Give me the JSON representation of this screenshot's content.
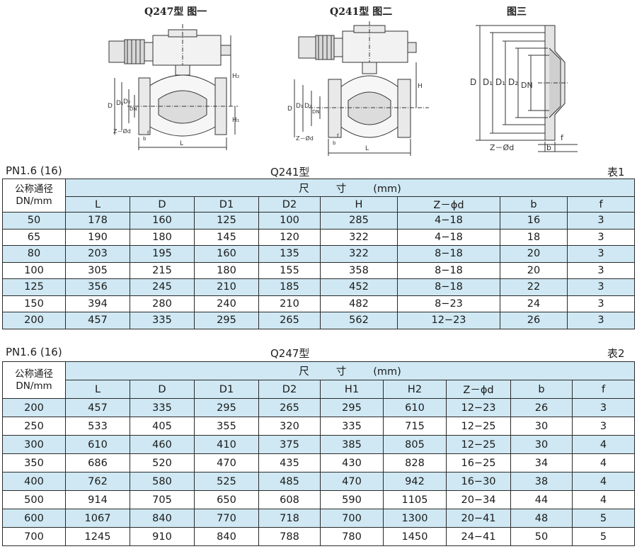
{
  "figures": {
    "fig1_caption": "Q247型 图一",
    "fig2_caption": "Q241型 图二",
    "fig3_caption": "图三",
    "labels": {
      "D": "D",
      "D1": "D₁",
      "D2": "D₂",
      "DN": "DN",
      "H1": "H₁",
      "H2": "H₂",
      "H": "H",
      "L": "L",
      "b": "b",
      "f": "f",
      "Zd": "Z－Ød"
    }
  },
  "table1": {
    "pn": "PN1.6 (16)",
    "model": "Q241型",
    "tag": "表1",
    "dn_header_line1": "公称通径",
    "dn_header_line2": "DN/mm",
    "dim_header_a": "尺",
    "dim_header_b": "寸",
    "dim_header_unit": "(mm)",
    "columns": [
      "L",
      "D",
      "D1",
      "D2",
      "H",
      "Z－ϕd",
      "b",
      "f"
    ],
    "rows": [
      [
        "50",
        "178",
        "160",
        "125",
        "100",
        "285",
        "4−18",
        "16",
        "3"
      ],
      [
        "65",
        "190",
        "180",
        "145",
        "120",
        "322",
        "4−18",
        "18",
        "3"
      ],
      [
        "80",
        "203",
        "195",
        "160",
        "135",
        "322",
        "8−18",
        "20",
        "3"
      ],
      [
        "100",
        "305",
        "215",
        "180",
        "155",
        "358",
        "8−18",
        "20",
        "3"
      ],
      [
        "125",
        "356",
        "245",
        "210",
        "185",
        "452",
        "8−18",
        "22",
        "3"
      ],
      [
        "150",
        "394",
        "280",
        "240",
        "210",
        "482",
        "8−23",
        "24",
        "3"
      ],
      [
        "200",
        "457",
        "335",
        "295",
        "265",
        "562",
        "12−23",
        "26",
        "3"
      ]
    ]
  },
  "table2": {
    "pn": "PN1.6 (16)",
    "model": "Q247型",
    "tag": "表2",
    "dn_header_line1": "公称通径",
    "dn_header_line2": "DN/mm",
    "dim_header_a": "尺",
    "dim_header_b": "寸",
    "dim_header_unit": "(mm)",
    "columns": [
      "L",
      "D",
      "D1",
      "D2",
      "H1",
      "H2",
      "Z－ϕd",
      "b",
      "f"
    ],
    "rows": [
      [
        "200",
        "457",
        "335",
        "295",
        "265",
        "295",
        "610",
        "12−23",
        "26",
        "3"
      ],
      [
        "250",
        "533",
        "405",
        "355",
        "320",
        "335",
        "715",
        "12−25",
        "30",
        "3"
      ],
      [
        "300",
        "610",
        "460",
        "410",
        "375",
        "385",
        "805",
        "12−25",
        "30",
        "4"
      ],
      [
        "350",
        "686",
        "520",
        "470",
        "435",
        "430",
        "828",
        "16−25",
        "34",
        "4"
      ],
      [
        "400",
        "762",
        "580",
        "525",
        "485",
        "470",
        "942",
        "16−30",
        "38",
        "4"
      ],
      [
        "500",
        "914",
        "705",
        "650",
        "608",
        "590",
        "1105",
        "20−34",
        "44",
        "4"
      ],
      [
        "600",
        "1067",
        "840",
        "770",
        "718",
        "700",
        "1300",
        "20−41",
        "48",
        "5"
      ],
      [
        "700",
        "1245",
        "910",
        "840",
        "788",
        "780",
        "1450",
        "24−41",
        "50",
        "5"
      ]
    ]
  }
}
